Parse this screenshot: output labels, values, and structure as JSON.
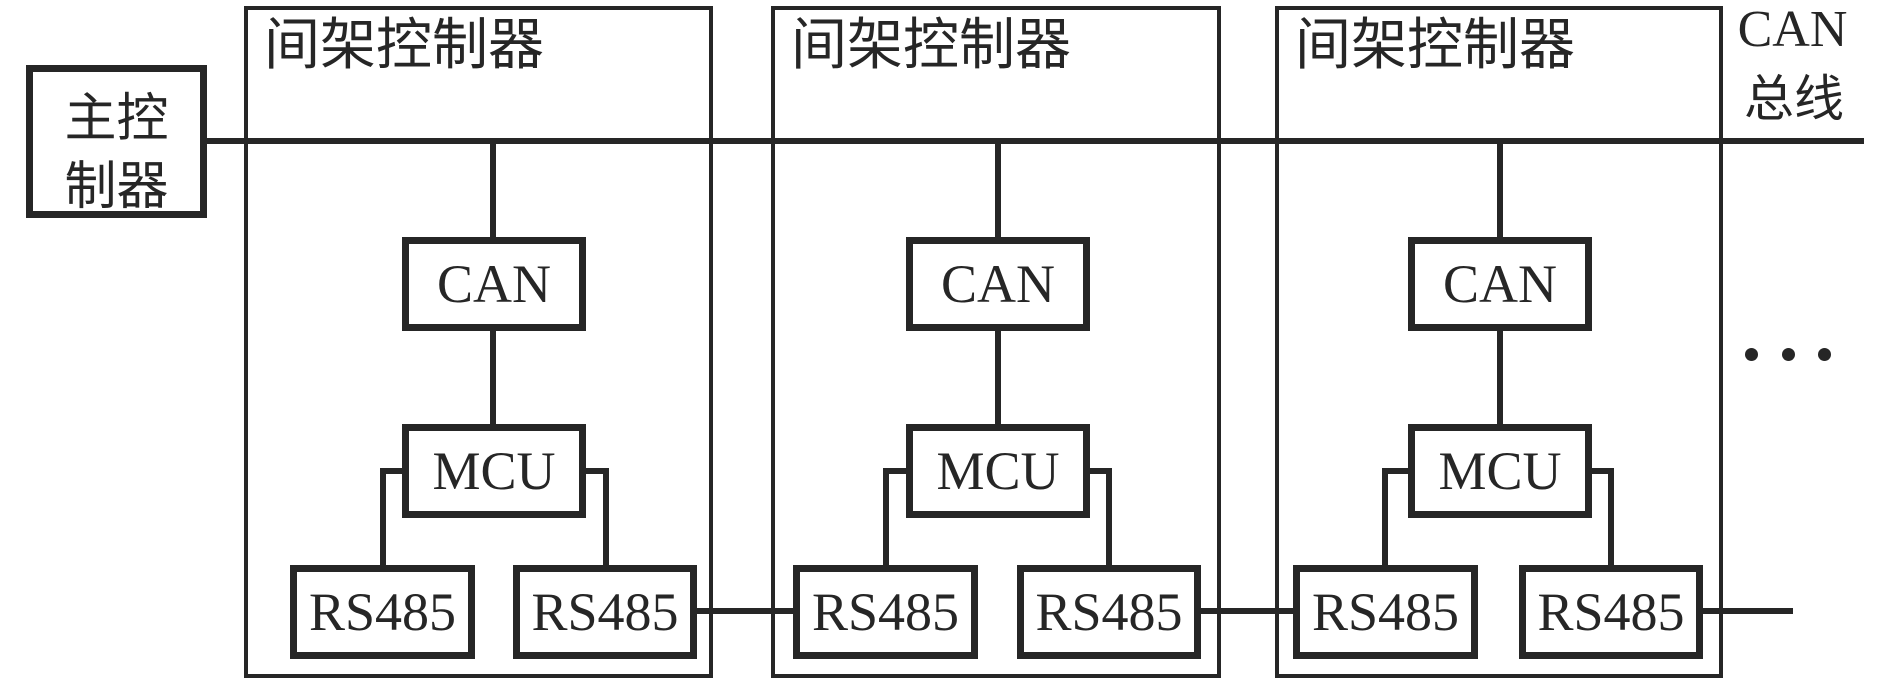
{
  "main_controller": {
    "line1": "主控",
    "line2": "制器"
  },
  "bus_label": {
    "line1": "CAN",
    "line2": "总线"
  },
  "racks": [
    {
      "title": "间架控制器",
      "can_module": "CAN",
      "mcu": "MCU",
      "rs485_left": "RS485",
      "rs485_right": "RS485"
    },
    {
      "title": "间架控制器",
      "can_module": "CAN",
      "mcu": "MCU",
      "rs485_left": "RS485",
      "rs485_right": "RS485"
    },
    {
      "title": "间架控制器",
      "can_module": "CAN",
      "mcu": "MCU",
      "rs485_left": "RS485",
      "rs485_right": "RS485"
    }
  ],
  "continuation_marker": "…",
  "colors": {
    "stroke": "#262626",
    "background": "#ffffff"
  }
}
